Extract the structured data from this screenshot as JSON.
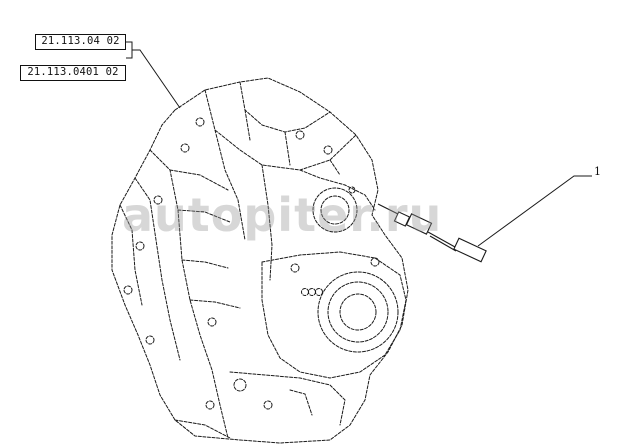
{
  "diagram": {
    "ref_codes": [
      "21.113.04 02",
      "21.113.0401 02"
    ],
    "callout_number": "1",
    "watermark_text": "autopiter.ru",
    "line_color": "#1a1a1a",
    "watermark_color": "#969696"
  }
}
